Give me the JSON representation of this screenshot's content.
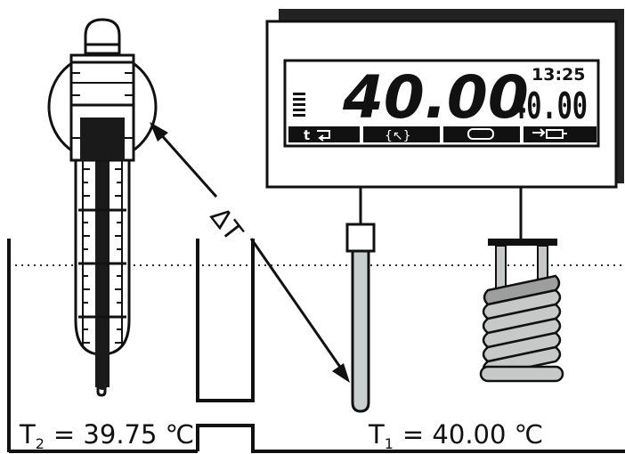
{
  "meter": {
    "main_reading": "40.00",
    "secondary_reading": "40.00",
    "clock": "13:25",
    "buttons": [
      {
        "label": "t",
        "icon": "timer-return-icon"
      },
      {
        "label": "",
        "icon": "calibrate-icon"
      },
      {
        "label": "",
        "icon": "display-mode-icon"
      },
      {
        "label": "",
        "icon": "output-arrow-icon"
      }
    ]
  },
  "labels": {
    "delta": "ΔT",
    "t2_symbol": "T",
    "t2_sub": "2",
    "t2_value": "= 39.75 ℃",
    "t1_symbol": "T",
    "t1_sub": "1",
    "t1_value": "= 40.00 ℃"
  },
  "colors": {
    "ink": "#111111",
    "probe_fill": "#c9cfcf",
    "coil_fill": "#c7c9c9",
    "coil_top": "#9e9e9e",
    "mercury": "#1a1a1a"
  }
}
